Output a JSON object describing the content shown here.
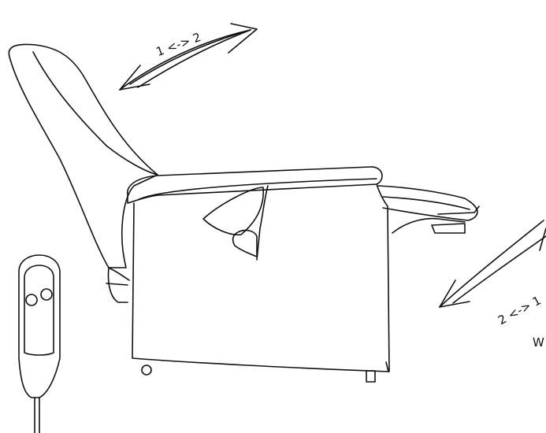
{
  "diagram": {
    "backrest_arrow_label": "1 <-> 2",
    "footrest_arrow_label": "2 <-> 1",
    "edge_fragment_label": "W",
    "colors": {
      "ink": "#111111",
      "background": "#ffffff"
    },
    "icons": {
      "remote": "hand-remote-icon",
      "chair": "recliner-chair-icon"
    }
  }
}
